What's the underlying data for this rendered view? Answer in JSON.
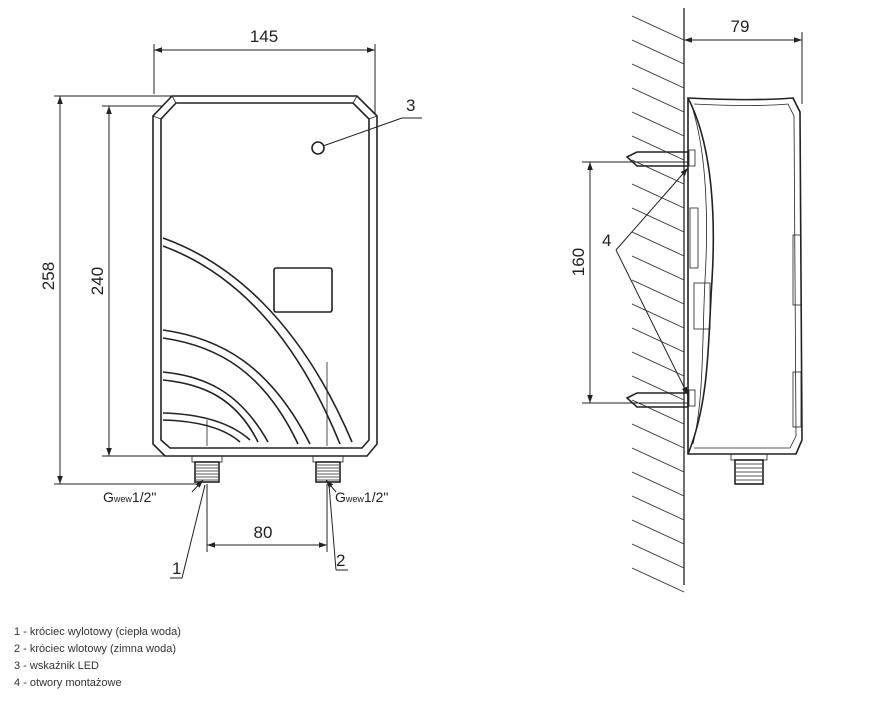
{
  "front_view": {
    "width_dim": "145",
    "height_outer_dim": "258",
    "height_inner_dim": "240",
    "spacing_dim": "80",
    "thread_left_prefix": "G",
    "thread_left_sub": "wew",
    "thread_left_size": "1/2\"",
    "thread_right_prefix": "G",
    "thread_right_sub": "wew",
    "thread_right_size": "1/2\"",
    "callout_1": "1",
    "callout_2": "2",
    "callout_3": "3"
  },
  "side_view": {
    "depth_dim": "79",
    "mount_spacing_dim": "160",
    "callout_4": "4"
  },
  "legend": [
    "1 - króciec wylotowy (ciepła woda)",
    "2 - króciec wlotowy (zimna woda)",
    "3 - wskaźnik LED",
    "4 - otwory montażowe"
  ]
}
